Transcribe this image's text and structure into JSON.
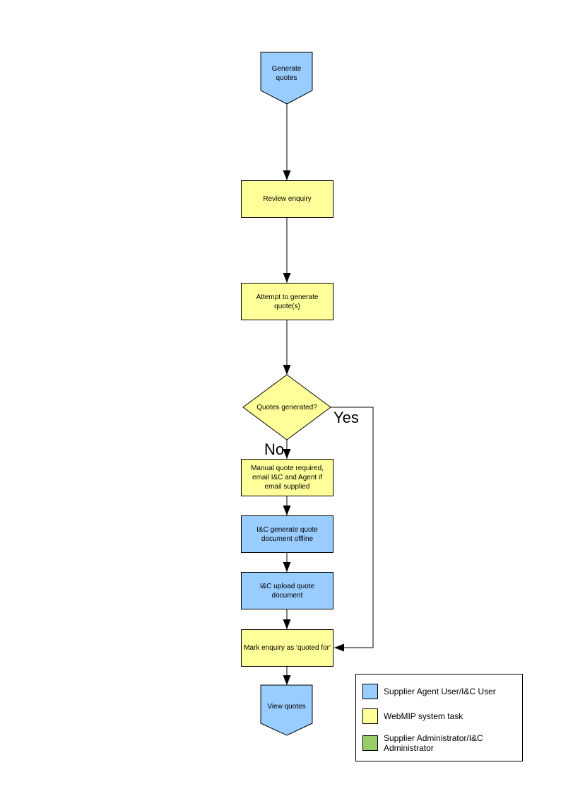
{
  "flowchart": {
    "nodes": {
      "generate_quotes": "Generate quotes",
      "review_enquiry": "Review enquiry",
      "attempt_generate": "Attempt to generate quote(s)",
      "quotes_generated": "Quotes generated?",
      "manual_quote": "Manual quote required, email I&C and Agent if email supplied",
      "ic_generate_offline": "I&C generate quote document offline",
      "ic_upload": "I&C upload quote document",
      "mark_enquiry": "Mark enquiry as 'quoted for'",
      "view_quotes": "View quotes"
    },
    "branch_labels": {
      "yes": "Yes",
      "no": "No"
    }
  },
  "legend": {
    "items": [
      {
        "label": "Supplier Agent User/I&C User",
        "color": "#99CCFF"
      },
      {
        "label": "WebMIP system task",
        "color": "#FFFF99"
      },
      {
        "label": "Supplier Administrator/I&C Administrator",
        "color": "#99CC66"
      }
    ]
  },
  "colors": {
    "user_task": "#99CCFF",
    "system_task": "#FFFF99",
    "admin_task": "#99CC66",
    "connector": "#000000"
  }
}
